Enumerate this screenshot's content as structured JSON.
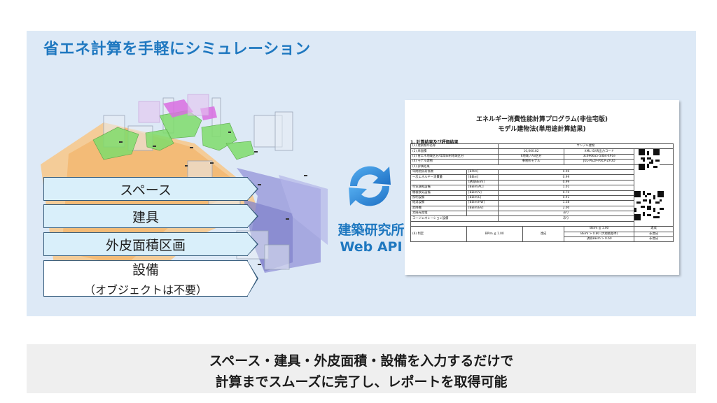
{
  "title": "省エネ計算を手軽にシミュレーション",
  "labels": {
    "space": "スペース",
    "fixture": "建具",
    "envelope": "外皮面積区画",
    "equipment": "設備",
    "equipment_note": "（オブジェクトは不要）"
  },
  "api": {
    "name": "建築研究所",
    "sub": "Web API"
  },
  "colors": {
    "accent": "#1f78c0",
    "panel": "#dde9f6",
    "label_fill": "#d9effa"
  },
  "report": {
    "title1": "エネルギー消費性能計算プログラム(非住宅版)",
    "title2": "モデル建物法(単用途計算結果)",
    "section": "1. 計算結果及び評価結果",
    "rows": {
      "r1_label": "(1) 建築物の名称",
      "r1_val": "サンプル建物",
      "r2_label": "(2) 床面積",
      "r2_val": "10,000.82",
      "r2_val2": "XML ID/再出力コード",
      "r3_label": "(3) 省エネ地域区分/年間日射地域区分",
      "r3_val": "6地域 / A3区分",
      "r3_val2": "3c6966a5-5db4-491e",
      "r4_label": "(4) モデル建物",
      "r4_val": "事務所モデル",
      "r4_val2": "JUL-PGZP-PXCP-ZFUO",
      "r5_label": "(5) 評価結果",
      "e1": "年間熱負荷係数",
      "u1": "[BPIm]",
      "v1": "0.96",
      "e2": "一次エネルギー消費量",
      "u2": "[BEIm]",
      "v2": "0.99",
      "u3": "[誘導BEIm]",
      "v3": "0.99",
      "e4": "空気調和設備",
      "u4": "[BEIm/AC]",
      "v4": "1.01",
      "e5": "機械換気設備",
      "u5": "[BEIm/V]",
      "v5": "0.70",
      "e6": "照明設備",
      "u6": "[BEIm/L]",
      "v6": "0.91",
      "e7": "給湯設備",
      "u7": "[BEIm/HW]",
      "v7": "1.38",
      "e8": "昇降機",
      "u8": "[BEIm/EV]",
      "v8": "2.00",
      "e9": "太陽光発電",
      "v9": "あり",
      "e10": "コージェネレーション設備",
      "v10": "あり",
      "r6_label": "(6) 判定",
      "j1": "BPIm ≦ 1.00",
      "j1r": "達成",
      "j2": "BEIm ≦ 1.00",
      "j2r": "達成",
      "j3": "BEIm > 0.80 (大規模基準)",
      "j3r": "非達成",
      "j4": "誘導BEIm > 0.60",
      "j4r": "非達成"
    }
  },
  "footer": {
    "line1": "スペース・建具・外皮面積・設備を入力するだけで",
    "line2": "計算までスムーズに完了し、レポートを取得可能"
  }
}
